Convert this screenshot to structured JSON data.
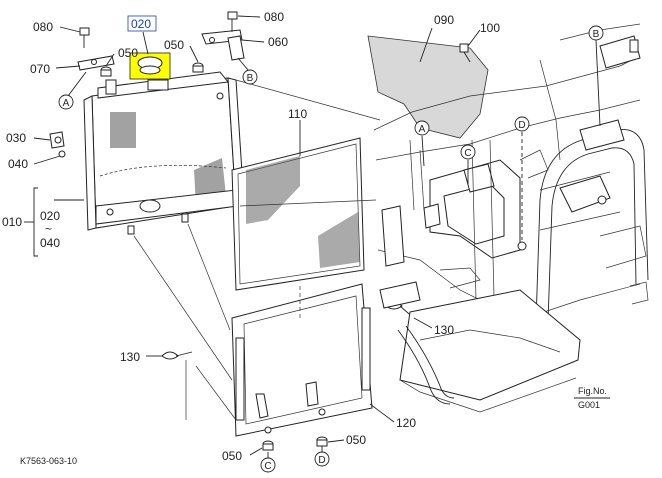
{
  "callouts": {
    "c080_left": "080",
    "c020_top": "020",
    "c080_right": "080",
    "c050_a": "050",
    "c050_b": "050",
    "c060": "060",
    "c070": "070",
    "c090": "090",
    "c100": "100",
    "c110": "110",
    "c030": "030",
    "c040": "040",
    "c010": "010",
    "c020_range": "020",
    "c040_range": "040",
    "c130_right": "130",
    "c130_left": "130",
    "c120": "120",
    "c050_bottom_left": "050",
    "c050_bottom_right": "050"
  },
  "ref_circles": {
    "a_left": "A",
    "b_top": "B",
    "b_right": "B",
    "a_frame": "A",
    "c_frame": "C",
    "d_frame": "D",
    "c_bottom": "C",
    "d_bottom": "D"
  },
  "range_tilde": "~",
  "fig_label": "Fig.No.",
  "fig_number": "G001",
  "drawing_code": "K7563-063-10",
  "colors": {
    "highlight_bg": "#ffff00",
    "highlight_text": "#1a3fb0",
    "line": "#222222"
  }
}
